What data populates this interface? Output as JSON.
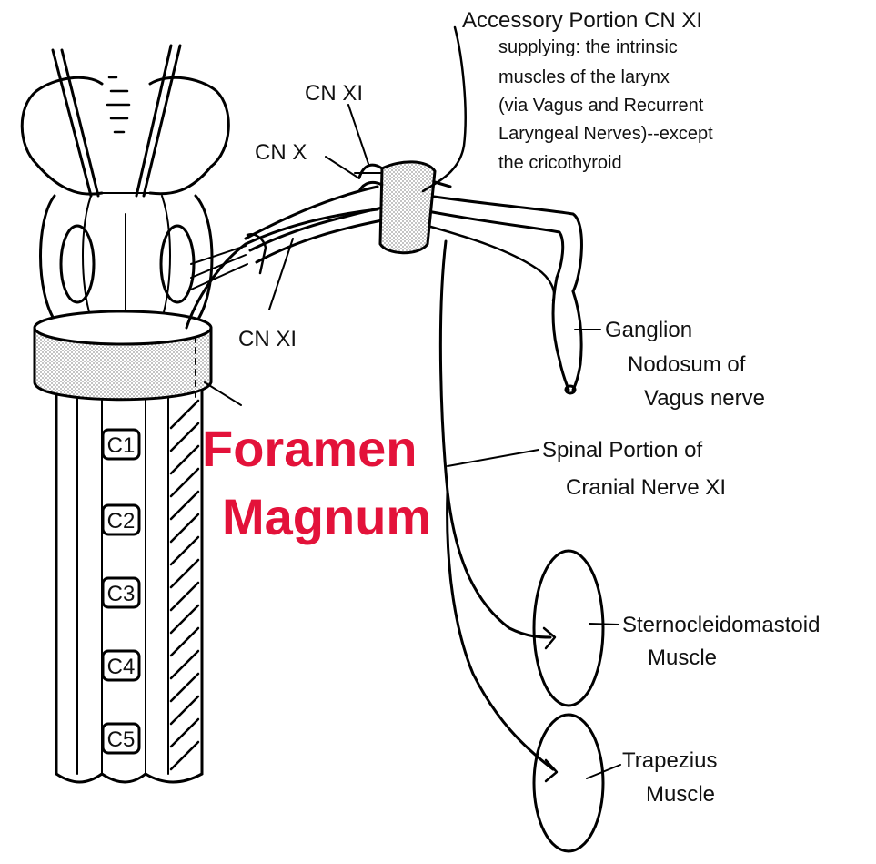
{
  "colors": {
    "accent": "#e3123a",
    "ink": "#000000",
    "stipple": "#d9d9d9"
  },
  "labels": {
    "accessory_title": "Accessory Portion CN XI",
    "accessory_desc": [
      "supplying: the intrinsic",
      "muscles of the larynx",
      "(via Vagus and Recurrent",
      "Laryngeal Nerves)--except",
      "the cricothyroid"
    ],
    "cn11_top": "CN XI",
    "cn10": "CN X",
    "cn11_low": "CN XI",
    "ganglion": [
      "Ganglion",
      "Nodosum of",
      "Vagus nerve"
    ],
    "spinal_portion": [
      "Spinal Portion of",
      "Cranial Nerve XI"
    ],
    "sternocleidomastoid": [
      "Sternocleidomastoid",
      "Muscle"
    ],
    "trapezius": [
      "Trapezius",
      "Muscle"
    ],
    "foramen": [
      "Foramen",
      "Magnum"
    ],
    "vertebrae": [
      "C1",
      "C2",
      "C3",
      "C4",
      "C5"
    ]
  }
}
